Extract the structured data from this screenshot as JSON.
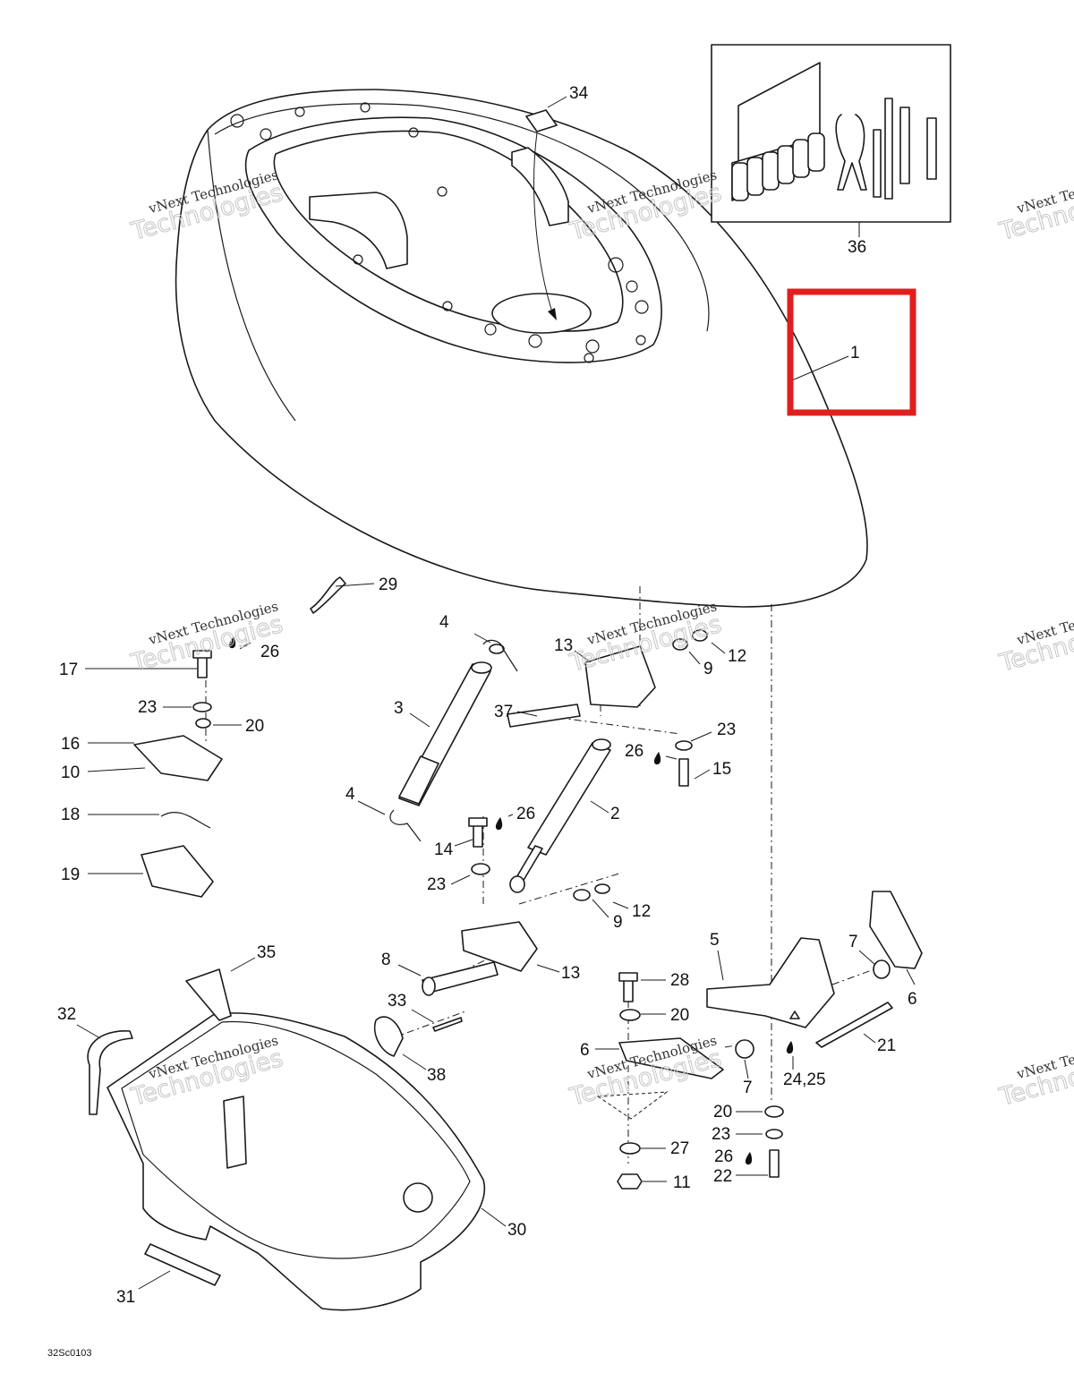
{
  "diagram": {
    "reference_code": "32Sc0103",
    "highlight_color": "#e01e1e",
    "watermark": {
      "line1": "vNext Technologies",
      "line2": "Technologies"
    },
    "callouts": [
      {
        "id": "c1",
        "label": "1"
      },
      {
        "id": "c34",
        "label": "34"
      },
      {
        "id": "c36",
        "label": "36"
      },
      {
        "id": "c29",
        "label": "29"
      },
      {
        "id": "c4a",
        "label": "4"
      },
      {
        "id": "c13a",
        "label": "13"
      },
      {
        "id": "c12a",
        "label": "12"
      },
      {
        "id": "c9a",
        "label": "9"
      },
      {
        "id": "c17",
        "label": "17"
      },
      {
        "id": "c26a",
        "label": "26"
      },
      {
        "id": "c23a",
        "label": "23"
      },
      {
        "id": "c20a",
        "label": "20"
      },
      {
        "id": "c3",
        "label": "3"
      },
      {
        "id": "c37",
        "label": "37"
      },
      {
        "id": "c23b",
        "label": "23"
      },
      {
        "id": "c16",
        "label": "16"
      },
      {
        "id": "c10",
        "label": "10"
      },
      {
        "id": "c26b",
        "label": "26"
      },
      {
        "id": "c15",
        "label": "15"
      },
      {
        "id": "c18",
        "label": "18"
      },
      {
        "id": "c4b",
        "label": "4"
      },
      {
        "id": "c2",
        "label": "2"
      },
      {
        "id": "c26c",
        "label": "26"
      },
      {
        "id": "c14",
        "label": "14"
      },
      {
        "id": "c19",
        "label": "19"
      },
      {
        "id": "c23c",
        "label": "23"
      },
      {
        "id": "c12b",
        "label": "12"
      },
      {
        "id": "c9b",
        "label": "9"
      },
      {
        "id": "c5",
        "label": "5"
      },
      {
        "id": "c7a",
        "label": "7"
      },
      {
        "id": "c6a",
        "label": "6"
      },
      {
        "id": "c35",
        "label": "35"
      },
      {
        "id": "c8",
        "label": "8"
      },
      {
        "id": "c13b",
        "label": "13"
      },
      {
        "id": "c28",
        "label": "28"
      },
      {
        "id": "c33",
        "label": "33"
      },
      {
        "id": "c32",
        "label": "32"
      },
      {
        "id": "c20b",
        "label": "20"
      },
      {
        "id": "c21",
        "label": "21"
      },
      {
        "id": "c6b",
        "label": "6"
      },
      {
        "id": "c24",
        "label": "24,25"
      },
      {
        "id": "c38",
        "label": "38"
      },
      {
        "id": "c7b",
        "label": "7"
      },
      {
        "id": "c20c",
        "label": "20"
      },
      {
        "id": "c23d",
        "label": "23"
      },
      {
        "id": "c27",
        "label": "27"
      },
      {
        "id": "c26d",
        "label": "26"
      },
      {
        "id": "c22",
        "label": "22"
      },
      {
        "id": "c11",
        "label": "11"
      },
      {
        "id": "c30",
        "label": "30"
      },
      {
        "id": "c31",
        "label": "31"
      }
    ]
  }
}
